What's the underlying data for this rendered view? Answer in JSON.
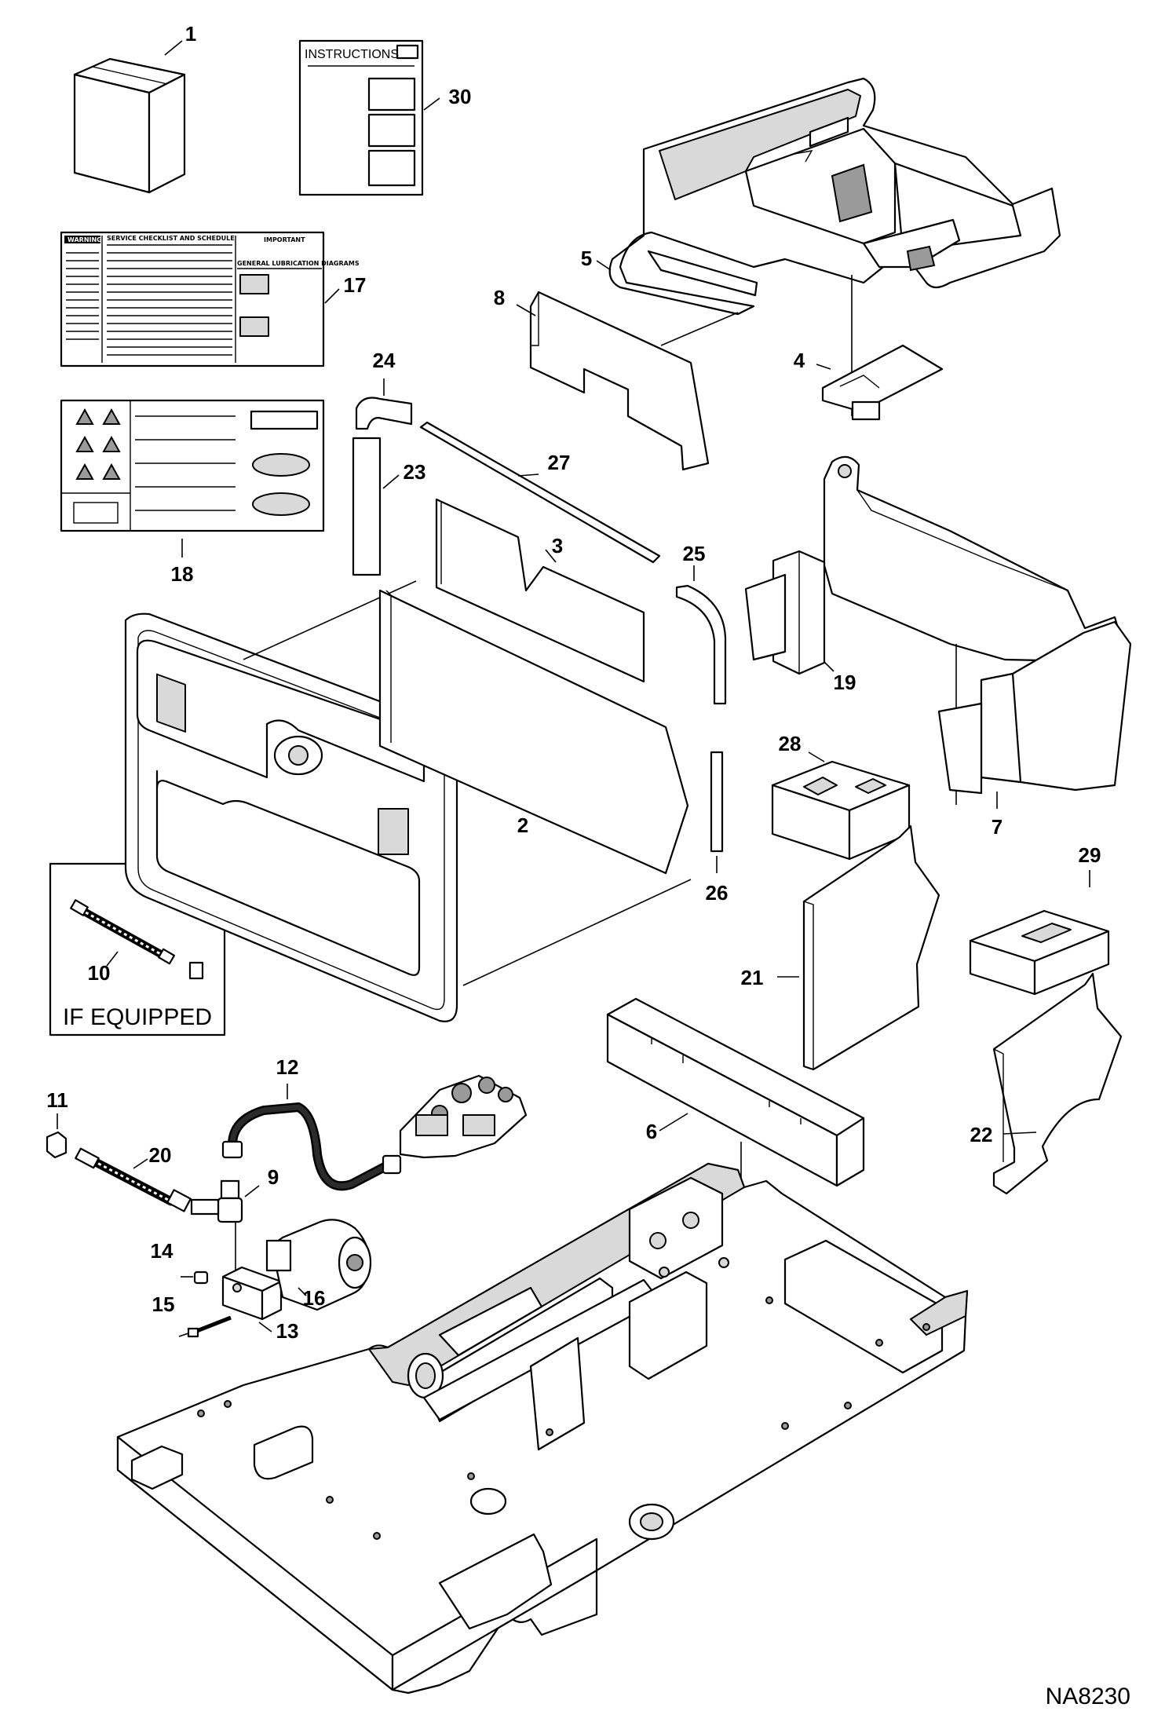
{
  "drawing_id": "NA8230",
  "instructions_title": "INSTRUCTIONS",
  "if_equipped_note": "IF EQUIPPED",
  "decal_17": {
    "warning_header": "WARNING",
    "checklist_header": "SERVICE CHECKLIST AND SCHEDULE",
    "important_header": "IMPORTANT",
    "lube_header": "GENERAL LUBRICATION DIAGRAMS"
  },
  "callouts": [
    "1",
    "30",
    "5",
    "8",
    "17",
    "4",
    "24",
    "23",
    "27",
    "3",
    "25",
    "19",
    "7",
    "18",
    "28",
    "2",
    "26",
    "29",
    "21",
    "10",
    "22",
    "6",
    "12",
    "11",
    "20",
    "9",
    "14",
    "16",
    "15",
    "13"
  ]
}
